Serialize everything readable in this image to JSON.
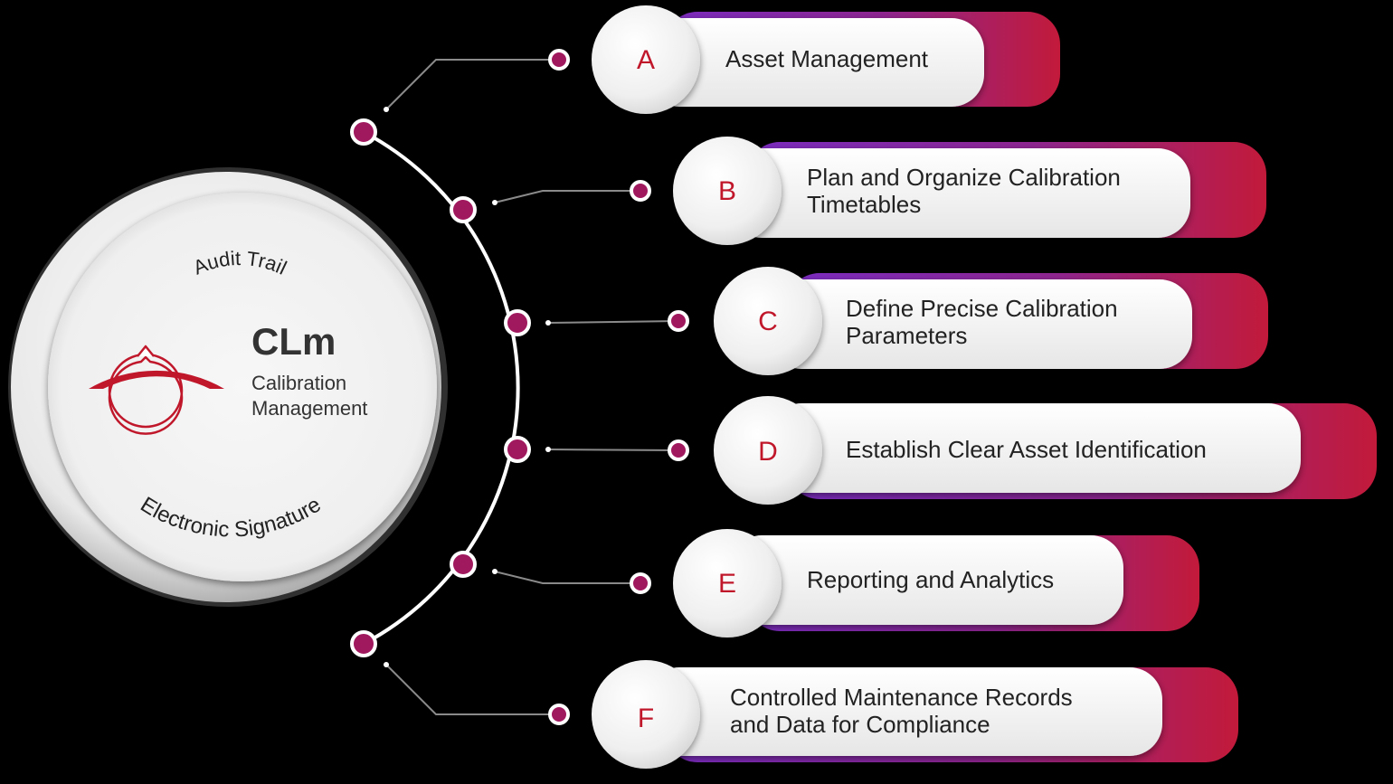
{
  "hub": {
    "title": "CLm",
    "subtitle_line1": "Calibration",
    "subtitle_line2": "Management",
    "top_arc_text": "Audit Trail",
    "bottom_arc_text": "Electronic Signature"
  },
  "items": [
    {
      "letter": "A",
      "line1": "Asset Management",
      "line2": ""
    },
    {
      "letter": "B",
      "line1": "Plan and Organize Calibration",
      "line2": "Timetables"
    },
    {
      "letter": "C",
      "line1": "Define Precise Calibration",
      "line2": "Parameters"
    },
    {
      "letter": "D",
      "line1": "Establish Clear Asset Identification",
      "line2": ""
    },
    {
      "letter": "E",
      "line1": "Reporting and Analytics",
      "line2": ""
    },
    {
      "letter": "F",
      "line1": "Controlled Maintenance Records",
      "line2": "and Data for Compliance"
    }
  ],
  "colors": {
    "background": "#000000",
    "accent_red": "#c0172b",
    "accent_purple": "#7b2bbf",
    "accent_magenta": "#9a1f66",
    "dot": "#a0185e",
    "text_dark": "#222222"
  }
}
